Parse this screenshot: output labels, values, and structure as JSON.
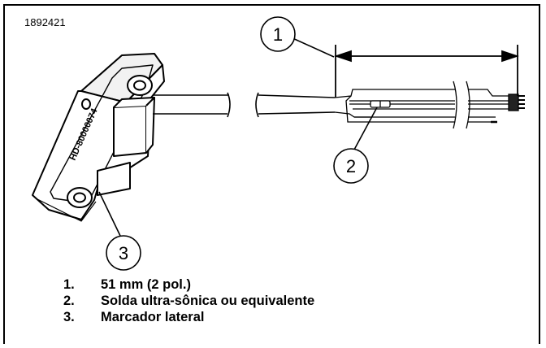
{
  "figure_id": "1892421",
  "part_marking": "HD-80000074",
  "callouts": [
    "1",
    "2",
    "3"
  ],
  "legend": [
    {
      "num": "1.",
      "text": "51 mm (2 pol.)"
    },
    {
      "num": "2.",
      "text": "Solda ultra-sônica ou equivalente"
    },
    {
      "num": "3.",
      "text": "Marcador lateral"
    }
  ]
}
